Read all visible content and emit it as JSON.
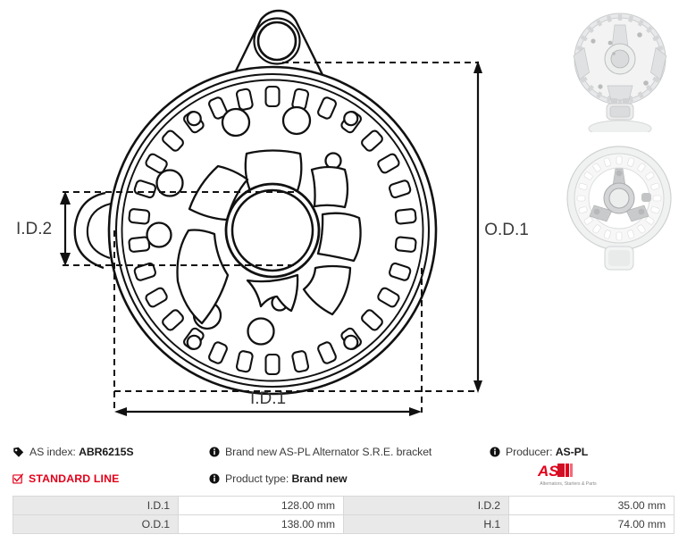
{
  "drawing": {
    "dimension_labels": {
      "od1": "O.D.1",
      "id1": "I.D.1",
      "id2": "I.D.2"
    },
    "subject": "alternator-s-r-e-bracket-technical-drawing"
  },
  "photos": [
    {
      "name": "bracket-photo-front",
      "alt": "Alternator S.R.E. bracket front view"
    },
    {
      "name": "bracket-photo-rear",
      "alt": "Alternator S.R.E. bracket rear view"
    }
  ],
  "info": {
    "as_index_label": "AS index:",
    "as_index_value": "ABR6215S",
    "standard_line": "STANDARD LINE",
    "description": "Brand new AS-PL Alternator S.R.E. bracket",
    "product_type_label": "Product type:",
    "product_type_value": "Brand new",
    "producer_label": "Producer:",
    "producer_value": "AS-PL",
    "logo_text": "AS",
    "logo_tagline": "Alternators, Starters & Parts"
  },
  "specs": {
    "rows": [
      {
        "label_left": "I.D.1",
        "value_left": "128.00 mm",
        "label_right": "I.D.2",
        "value_right": "35.00 mm"
      },
      {
        "label_left": "O.D.1",
        "value_left": "138.00 mm",
        "label_right": "H.1",
        "value_right": "74.00 mm"
      }
    ]
  },
  "colors": {
    "brand_red": "#e2001a",
    "line": "#111111",
    "table_header_bg": "#e9e9e9",
    "text": "#3b3b3b"
  }
}
